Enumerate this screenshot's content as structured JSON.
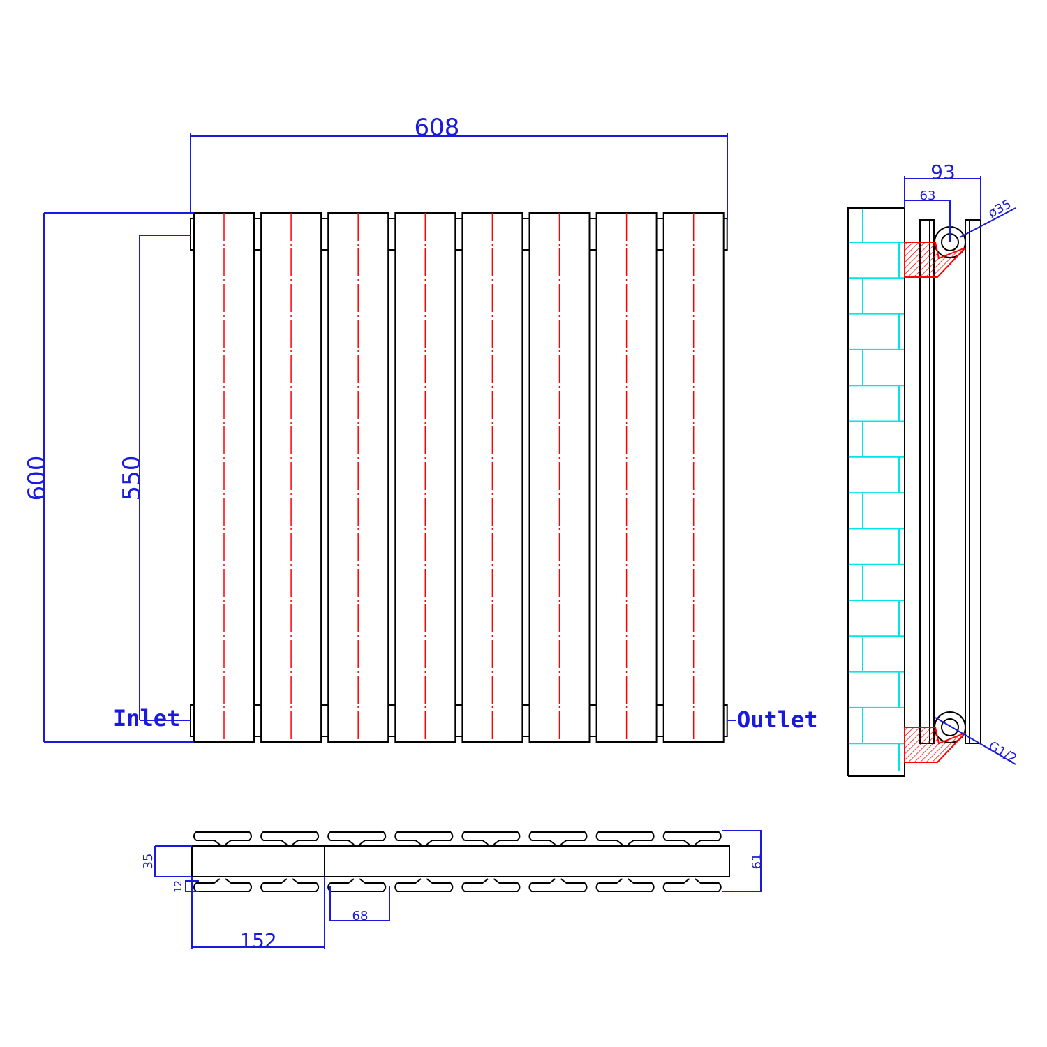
{
  "front_view": {
    "panel_count": 8,
    "width_label": "608",
    "height_label": "600",
    "pipe_centres_label": "550",
    "inlet_label": "Inlet",
    "outlet_label": "Outlet"
  },
  "side_view": {
    "depth_label": "93",
    "wall_to_pipe_label": "63",
    "pipe_diameter_label": "ø35",
    "thread_label": "G1/2"
  },
  "top_view": {
    "panel_pitch_label": "152",
    "panel_width_label": "68",
    "bar_height_label": "35",
    "gap_label": "12",
    "total_depth_label": "61"
  },
  "colors": {
    "outline": "#000000",
    "dimension": "#1a1adf",
    "centreline": "#ff0000",
    "wall": "#00e5e5",
    "hatch": "#ff0000"
  }
}
